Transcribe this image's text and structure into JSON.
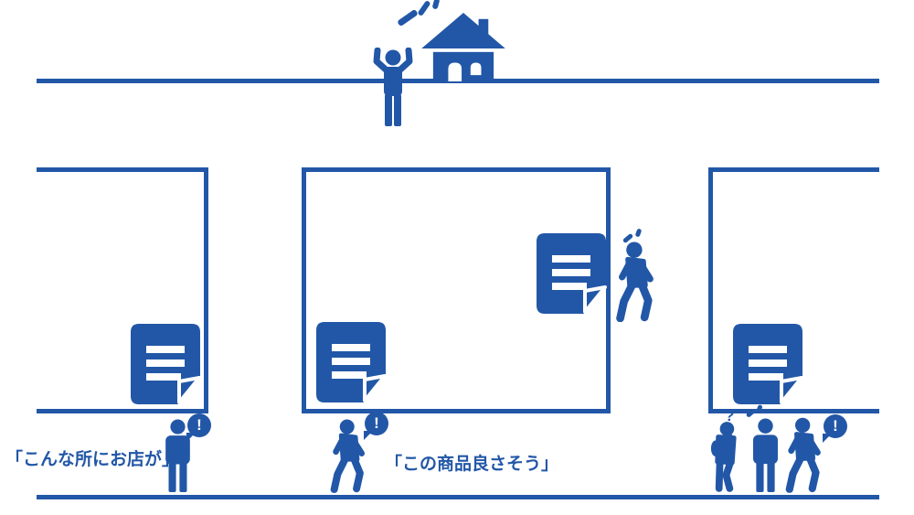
{
  "colors": {
    "accent": "#2257a7",
    "background": "#ffffff"
  },
  "captions": {
    "store_discovery": "「こんな所にお店が」",
    "product_interest": "「この商品良さそう」"
  },
  "marks": {
    "exclamation": "!",
    "question": "?"
  },
  "icons": {
    "house": "house-icon",
    "flyer": "posted-flyer-icon",
    "person_celebrating": "person-celebrating-icon",
    "person_standing": "person-standing-icon",
    "person_walking": "person-walking-icon",
    "person_thinking": "person-thinking-icon",
    "speech_bubble_exclamation": "speech-bubble-exclamation-icon",
    "question_mark": "question-mark",
    "surprise_marks": "surprise-marks-icon"
  }
}
